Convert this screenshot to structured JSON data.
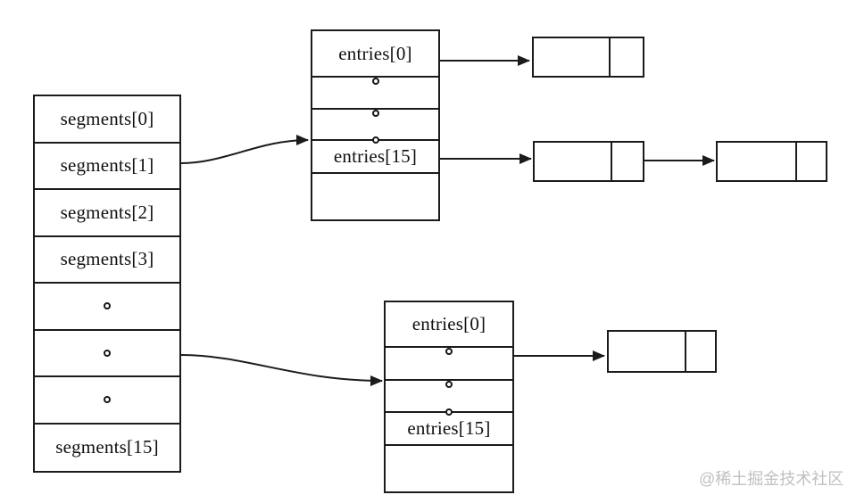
{
  "colors": {
    "background": "#ffffff",
    "line": "#1b1b1b",
    "text": "#101010",
    "watermark": "#c0c0c0"
  },
  "segments_array": {
    "rows": [
      {
        "text": "segments[0]"
      },
      {
        "text": "segments[1]"
      },
      {
        "text": "segments[2]"
      },
      {
        "text": "segments[3]"
      },
      {
        "icon": "ellipsis-dot"
      },
      {
        "icon": "ellipsis-dot"
      },
      {
        "icon": "ellipsis-dot"
      },
      {
        "text": "segments[15]"
      }
    ]
  },
  "entries_array_top": {
    "rows": [
      {
        "text": "entries[0]"
      },
      {
        "icon": "ellipsis-dot"
      },
      {
        "icon": "ellipsis-dot"
      },
      {
        "text": "entries[15]",
        "icon": "ellipsis-dot"
      },
      {
        "text": ""
      }
    ]
  },
  "entries_array_bottom": {
    "rows": [
      {
        "text": "entries[0]"
      },
      {
        "icon": "ellipsis-dot"
      },
      {
        "icon": "ellipsis-dot"
      },
      {
        "text": "entries[15]",
        "icon": "ellipsis-dot"
      },
      {
        "text": ""
      }
    ]
  },
  "linked_list_nodes": [
    {
      "name": "node-top-entries0",
      "cells": [
        "",
        ""
      ]
    },
    {
      "name": "node-mid-entries15-first",
      "cells": [
        "",
        ""
      ]
    },
    {
      "name": "node-mid-entries15-second",
      "cells": [
        "",
        ""
      ]
    },
    {
      "name": "node-bottom-entries",
      "cells": [
        "",
        ""
      ]
    }
  ],
  "watermark": {
    "text": "@稀土掘金技术社区"
  }
}
